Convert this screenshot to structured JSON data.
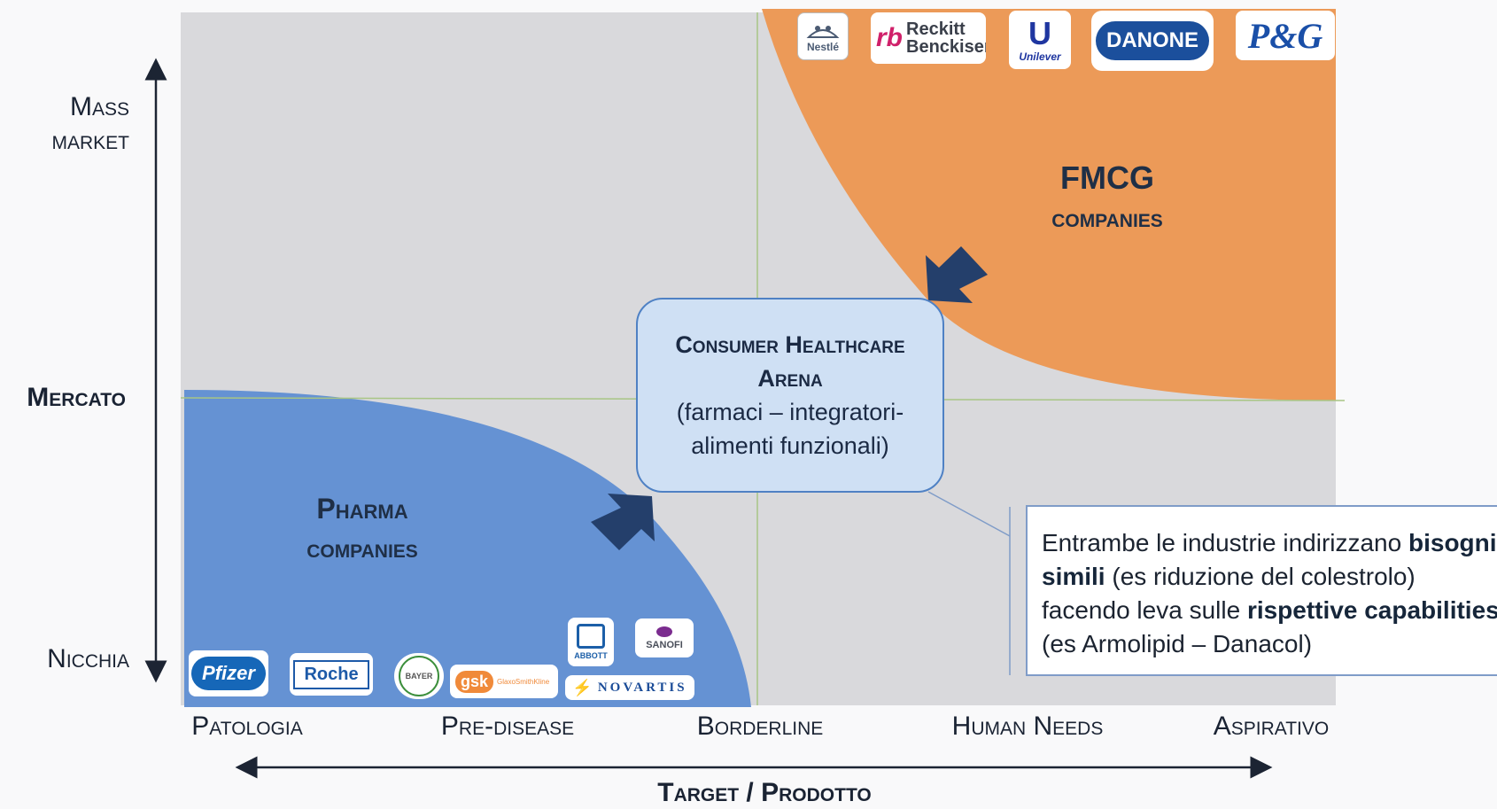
{
  "axes": {
    "y_labels": {
      "top_line1": "Mass",
      "top_line2": "market",
      "middle": "Mercato",
      "bottom": "Nicchia"
    },
    "x_labels": [
      "Patologia",
      "Pre-disease",
      "Borderline",
      "Human Needs",
      "Aspirativo"
    ],
    "x_title": "Target / Prodotto"
  },
  "regions": {
    "fmcg": {
      "line1": "FMCG",
      "line2": "companies",
      "color": "#ec9a58"
    },
    "pharma": {
      "line1": "Pharma",
      "line2": "companies",
      "color": "#6592d3"
    }
  },
  "center_box": {
    "line1": "Consumer Healthcare",
    "line2": "Arena",
    "line3": "(farmaci – integratori-",
    "line4": "alimenti funzionali)"
  },
  "note": {
    "t1": "Entrambe le industrie indirizzano ",
    "b1": "bisogni simili",
    "t2": " (es riduzione del colestrolo) facendo leva sulle ",
    "b2": "rispettive capabilities",
    "t3": " (es Armolipid – Danacol)"
  },
  "logos": {
    "fmcg": [
      {
        "name": "nestle-logo",
        "text": "Nestlé"
      },
      {
        "name": "reckitt-benckiser-logo",
        "line1": "Reckitt",
        "line2": "Benckiser"
      },
      {
        "name": "unilever-logo",
        "text": "Unilever"
      },
      {
        "name": "danone-logo",
        "text": "DANONE"
      },
      {
        "name": "pg-logo",
        "text": "P&G"
      }
    ],
    "pharma": [
      {
        "name": "pfizer-logo",
        "text": "Pfizer"
      },
      {
        "name": "roche-logo",
        "text": "Roche"
      },
      {
        "name": "bayer-logo",
        "text": "BAYER"
      },
      {
        "name": "gsk-logo",
        "text": "gsk",
        "sub": "GlaxoSmithKline"
      },
      {
        "name": "abbott-logo",
        "text": "ABBOTT"
      },
      {
        "name": "sanofi-logo",
        "text": "SANOFI"
      },
      {
        "name": "novartis-logo",
        "text": "NOVARTIS"
      }
    ]
  },
  "colors": {
    "panel": "#d9d9dc",
    "arrow": "#243f6b",
    "axis": "#1c2433",
    "gridline": "#a8c585"
  }
}
